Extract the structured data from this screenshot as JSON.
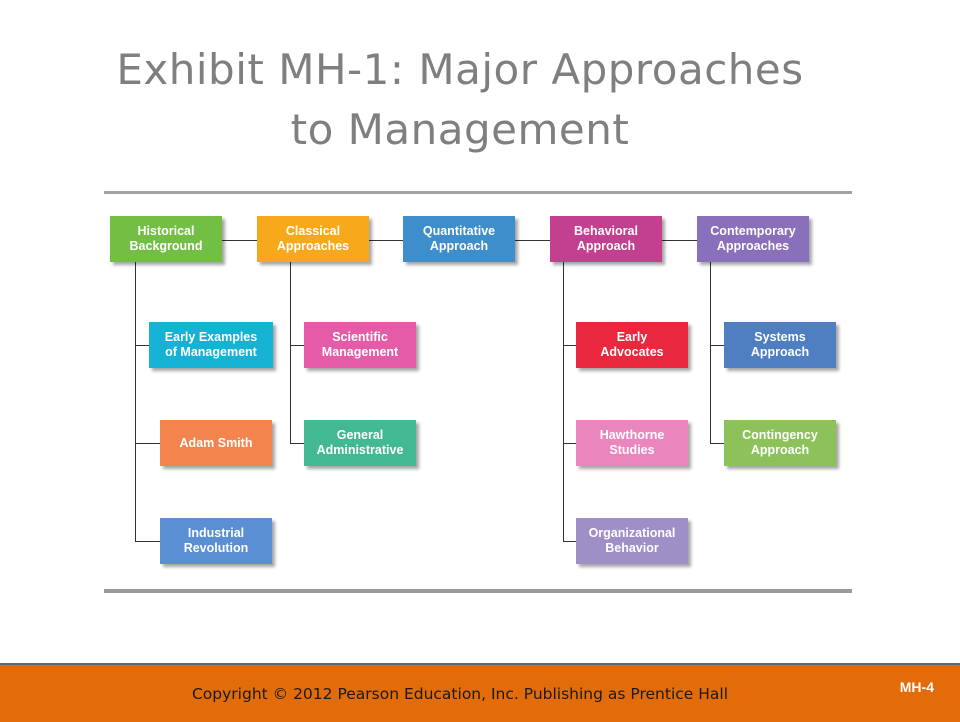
{
  "slide": {
    "title": "Exhibit MH-1: Major Approaches\nto Management"
  },
  "diagram": {
    "historical": {
      "label": "Historical\nBackground",
      "color": "#72bf44"
    },
    "classical": {
      "label": "Classical\nApproaches",
      "color": "#f7a81b"
    },
    "quantitative": {
      "label": "Quantitative\nApproach",
      "color": "#3d8ecb"
    },
    "behavioral": {
      "label": "Behavioral\nApproach",
      "color": "#c2408f"
    },
    "contemporary": {
      "label": "Contemporary\nApproaches",
      "color": "#8a6fba"
    },
    "early_examples": {
      "label": "Early Examples\nof Management",
      "color": "#15b2d3"
    },
    "adam_smith": {
      "label": "Adam Smith",
      "color": "#f3844d"
    },
    "industrial_revolution": {
      "label": "Industrial\nRevolution",
      "color": "#5b8fd4"
    },
    "scientific_management": {
      "label": "Scientific\nManagement",
      "color": "#e45ca8"
    },
    "general_administrative": {
      "label": "General\nAdministrative",
      "color": "#43b993"
    },
    "early_advocates": {
      "label": "Early\nAdvocates",
      "color": "#e9283f"
    },
    "hawthorne_studies": {
      "label": "Hawthorne\nStudies",
      "color": "#ea86bd"
    },
    "organizational_behavior": {
      "label": "Organizational\nBehavior",
      "color": "#9e8fc6"
    },
    "systems_approach": {
      "label": "Systems\nApproach",
      "color": "#4f7fc0"
    },
    "contingency_approach": {
      "label": "Contingency\nApproach",
      "color": "#8dc25a"
    }
  },
  "footer": {
    "copyright": "Copyright © 2012 Pearson Education, Inc. Publishing as Prentice Hall",
    "page_label": "MH-4",
    "color": "#e36c0a"
  }
}
